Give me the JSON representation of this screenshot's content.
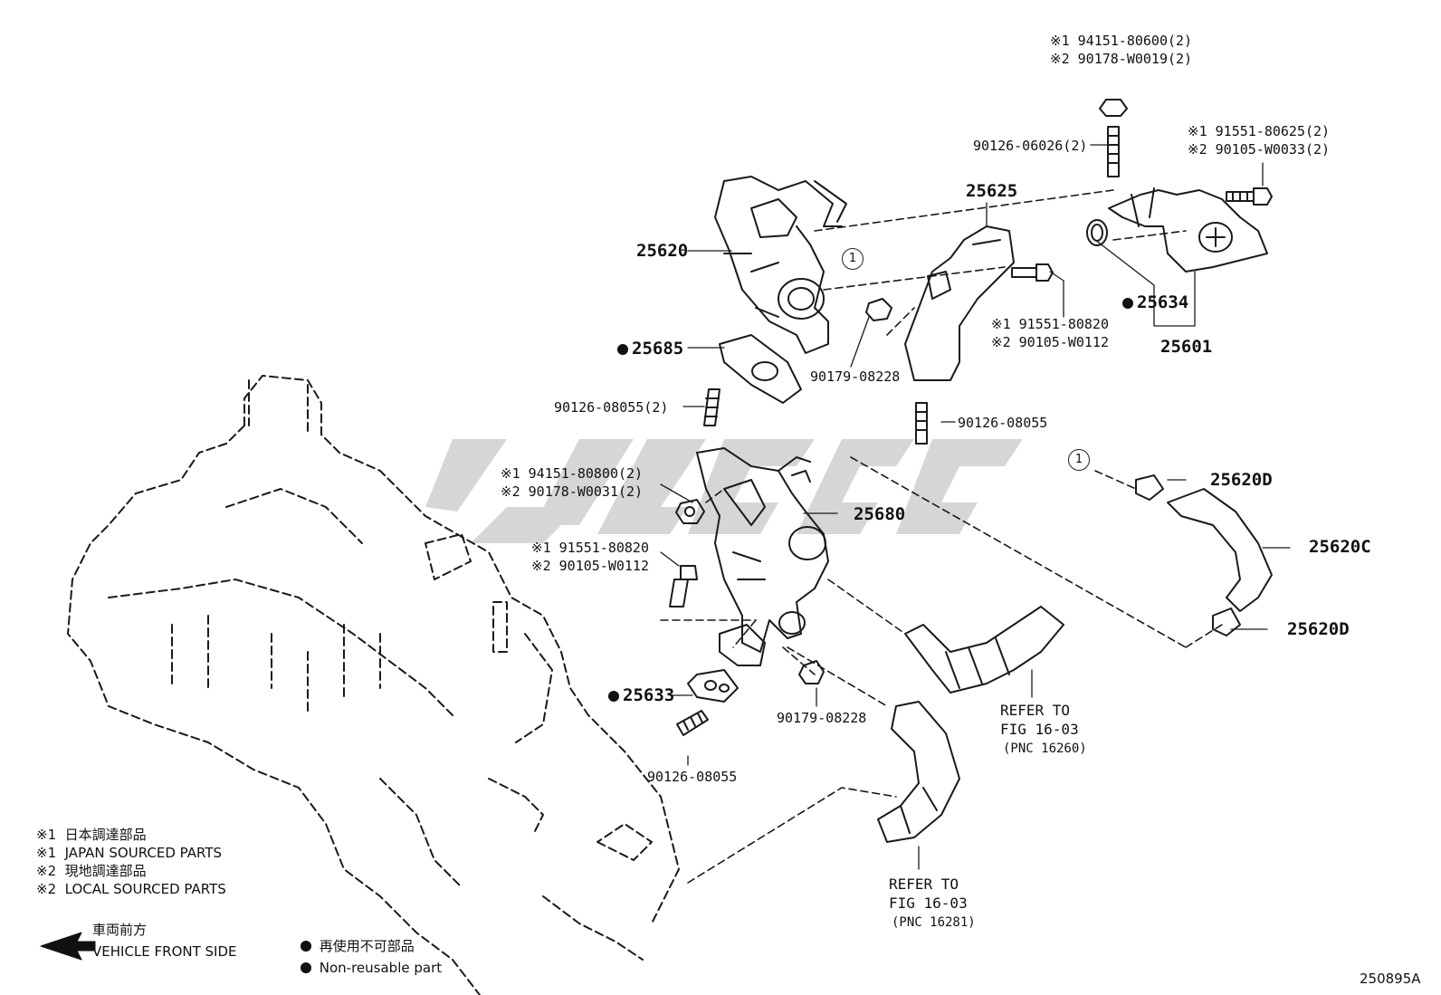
{
  "callout_number": "1",
  "parts": {
    "p25620": "25620",
    "p25625": "25625",
    "p25634": "25634",
    "p25601": "25601",
    "p25685": "25685",
    "p25680": "25680",
    "p25620D_top": "25620D",
    "p25620C": "25620C",
    "p25620D_bottom": "25620D",
    "p25633": "25633"
  },
  "fasteners": {
    "nut_top_1": "※1 94151-80600(2)",
    "nut_top_2": "※2 90178-W0019(2)",
    "stud_top": "90126-06026(2)",
    "bolt_right_1": "※1 91551-80625(2)",
    "bolt_right_2": "※2 90105-W0033(2)",
    "bolt_mid_1": "※1 91551-80820",
    "bolt_mid_2": "※2 90105-W0112",
    "nut_mid": "90179-08228",
    "stud_left": "90126-08055(2)",
    "stud_mid": "90126-08055",
    "nut_left_1": "※1 94151-80800(2)",
    "nut_left_2": "※2 90178-W0031(2)",
    "bolt_low_1": "※1 91551-80820",
    "bolt_low_2": "※2 90105-W0112",
    "nut_low": "90179-08228",
    "stud_low": "90126-08055"
  },
  "refers": {
    "ref1_line1": "REFER TO",
    "ref1_line2": "FIG 16-03",
    "ref1_line3": "(PNC 16260)",
    "ref2_line1": "REFER TO",
    "ref2_line2": "FIG 16-03",
    "ref2_line3": "(PNC 16281)"
  },
  "legend": {
    "line1": "※1  日本調達部品",
    "line2": "※1  JAPAN SOURCED PARTS",
    "line3": "※2  現地調達部品",
    "line4": "※2  LOCAL SOURCED PARTS",
    "front_jp": "車両前方",
    "front_en": "VEHICLE FRONT SIDE",
    "nonreuse_jp": "再使用不可部品",
    "nonreuse_en": "Non-reusable part"
  },
  "figure_id": "250895A"
}
